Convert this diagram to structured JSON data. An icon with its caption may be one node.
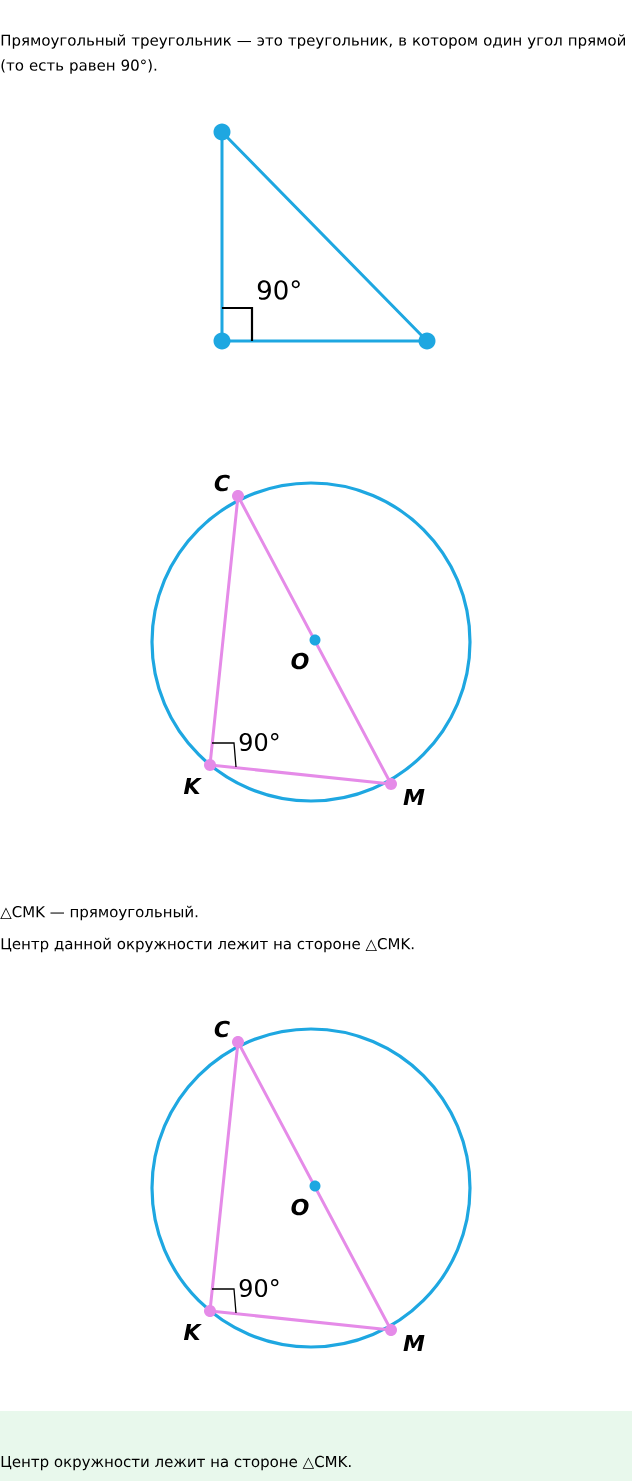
{
  "diagram": {
    "nodes": [
      {
        "text": [
          "Центр окружности лежит на стороне △CMK."
        ]
      }
    ],
    "labels": [
      "Прямоугольный треугольник — это треугольник, в котором один угол прямой (то есть равен 90°).",
      "90°",
      "C",
      "O",
      "K",
      "M",
      "90°",
      "△CMK — прямоугольный.",
      "Центр данной окружности лежит на стороне △CMK.",
      "C",
      "O",
      "K",
      "M",
      "90°"
    ]
  }
}
